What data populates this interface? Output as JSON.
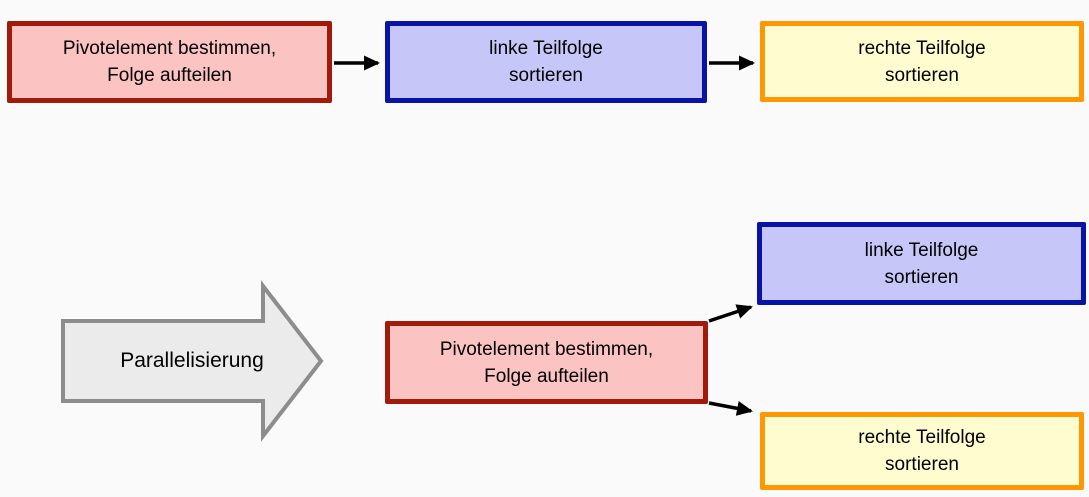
{
  "background_color": "#fafafa",
  "colors": {
    "pivot_fill": "#fcc3c3",
    "pivot_border": "#a11a0c",
    "left_fill": "#c6c6f8",
    "left_border": "#0914a6",
    "right_fill": "#fffccf",
    "right_border": "#ff9702",
    "transform_arrow_fill": "#ebebeb",
    "transform_arrow_border": "#8d8d8d",
    "connector_color": "#000000",
    "text_color": "#000000"
  },
  "sequential_flow": {
    "pivot_box": {
      "label": "Pivotelement bestimmen,\nFolge aufteilen"
    },
    "left_box": {
      "label": "linke Teilfolge\nsortieren"
    },
    "right_box": {
      "label": "rechte Teilfolge\nsortieren"
    }
  },
  "transformation_arrow": {
    "label": "Parallelisierung"
  },
  "parallel_flow": {
    "pivot_box": {
      "label": "Pivotelement bestimmen,\nFolge aufteilen"
    },
    "left_box": {
      "label": "linke Teilfolge\nsortieren"
    },
    "right_box": {
      "label": "rechte Teilfolge\nsortieren"
    }
  }
}
